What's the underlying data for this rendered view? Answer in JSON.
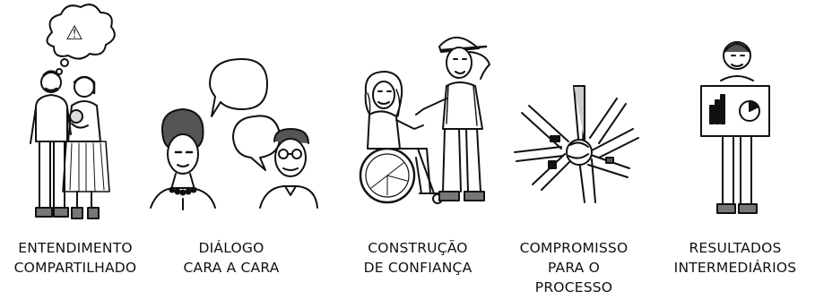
{
  "captions": [
    {
      "lines": [
        "ENTENDIMENTO",
        "COMPARTILHADO"
      ]
    },
    {
      "lines": [
        "DIÁLOGO",
        "CARA A CARA"
      ]
    },
    {
      "lines": [
        "CONSTRUÇÃO",
        "DE CONFIANÇA"
      ]
    },
    {
      "lines": [
        "COMPROMISSO",
        "PARA O",
        "PROCESSO"
      ]
    },
    {
      "lines": [
        "RESULTADOS",
        "INTERMEDIÁRIOS"
      ]
    }
  ],
  "icons": {
    "warning": "⚠"
  },
  "colors": {
    "ink": "#111111",
    "shade": "#555555",
    "background": "#ffffff"
  }
}
